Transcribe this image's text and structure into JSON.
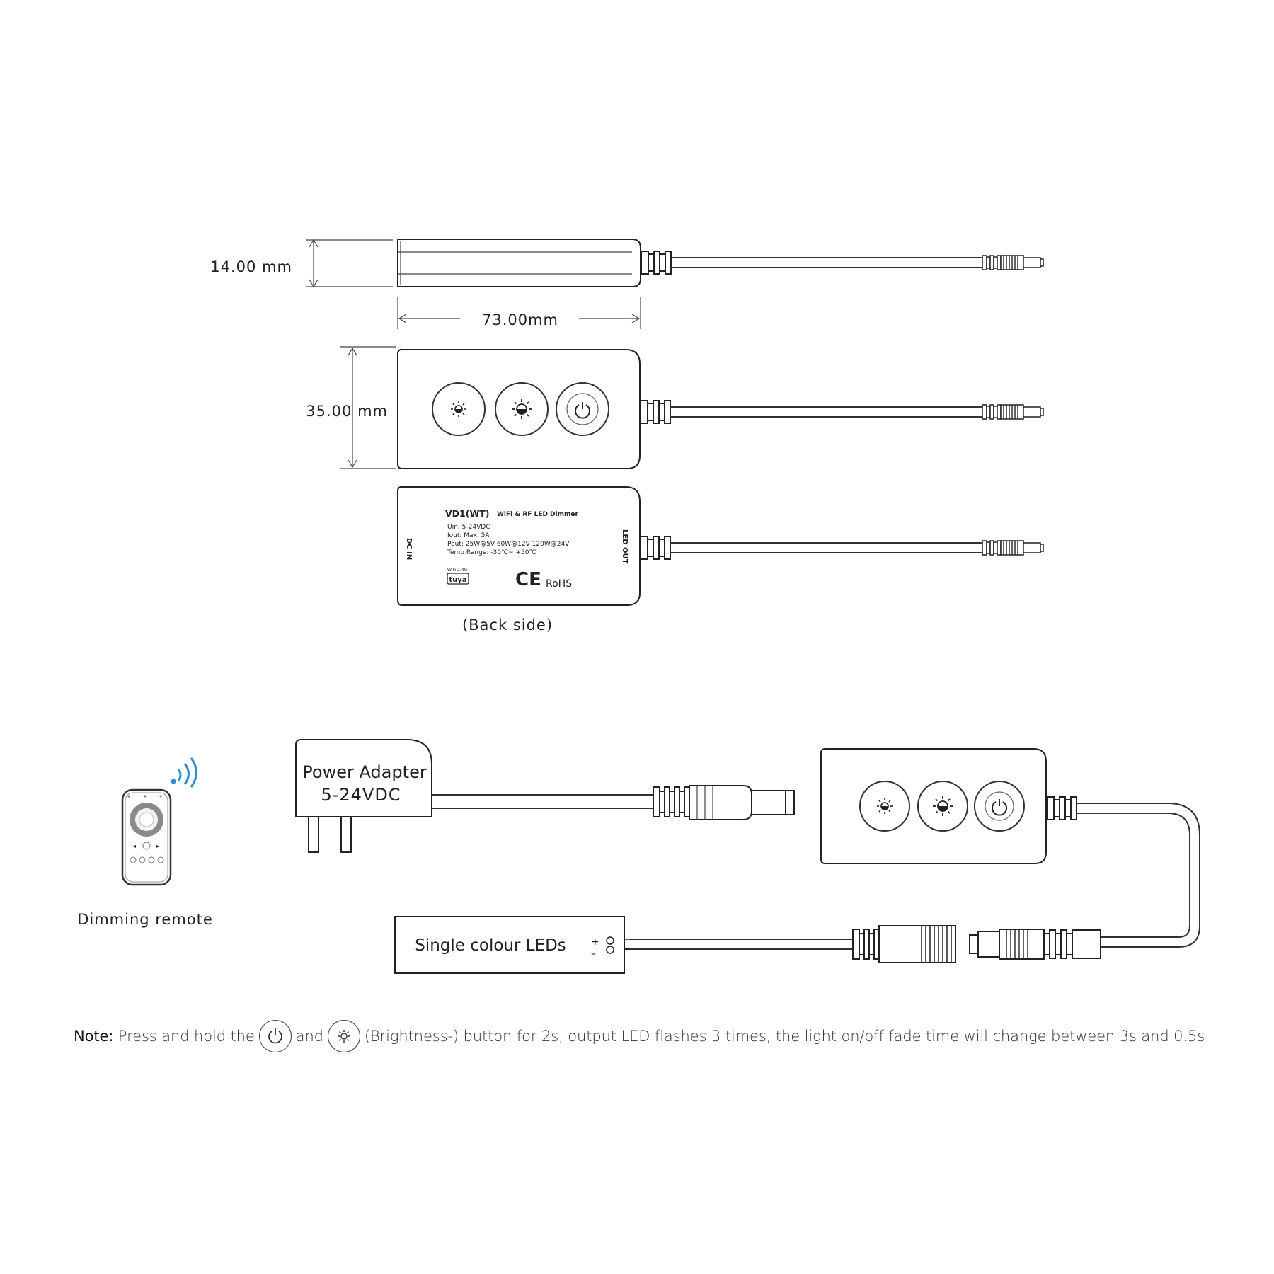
{
  "dimensions": {
    "height_side": "14.00 mm",
    "length": "73.00mm",
    "width": "35.00 mm"
  },
  "back_label": {
    "model": "VD1(WT)",
    "product": "WiFi & RF LED Dimmer",
    "uin": "Uin:  5-24VDC",
    "iout": "Iout:  Max. 5A",
    "pout": "Pout: 25W@5V  60W@12V  120W@24V",
    "temp": "Temp Range: -30℃~ +50℃",
    "wifi": "WiFi 2.4G",
    "tuya": "tuya",
    "ce": "CE",
    "rohs": "RoHS",
    "dc_in": "DC IN",
    "led_out": "LED OUT"
  },
  "back_caption": "(Back side)",
  "wiring": {
    "adapter_line1": "Power Adapter",
    "adapter_line2": "5-24VDC",
    "remote_label": "Dimming remote",
    "leds_label": "Single colour LEDs",
    "plus": "+",
    "minus": "–"
  },
  "note": {
    "prefix": "Note:",
    "part1": "Press and hold the",
    "part2": "and",
    "part3": "(Brightness-) button for 2s, output LED flashes 3 times, the light on/off fade time will change between 3s and 0.5s."
  },
  "icons": [
    "sun-small-icon",
    "sun-large-icon",
    "power-icon",
    "wifi-signal-icon"
  ]
}
